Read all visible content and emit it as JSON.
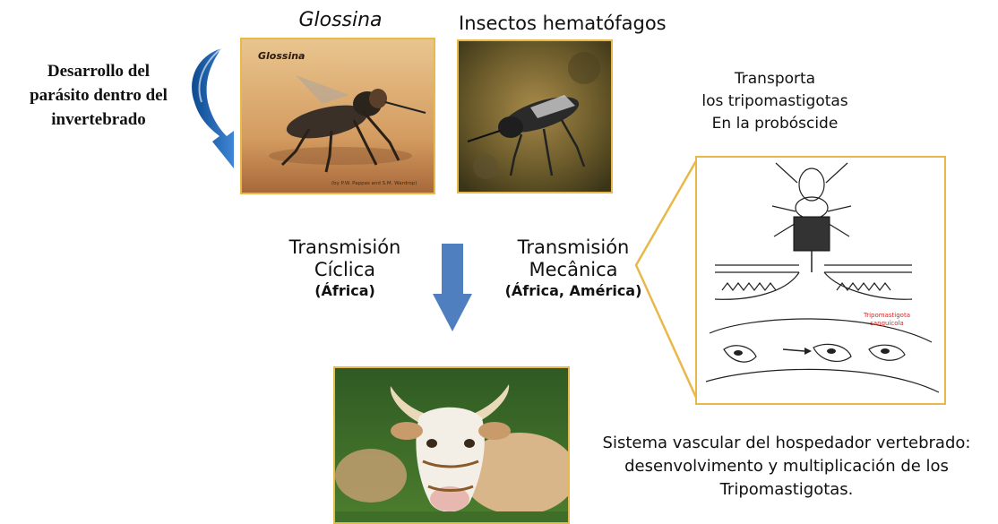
{
  "labels": {
    "glossina_title": "Glossina",
    "hematophagous_title": "Insectos hematófagos",
    "development_line1": "Desarrollo del",
    "development_line2": "parásito dentro del",
    "development_line3": "invertebrado",
    "transport_line1": "Transporta",
    "transport_line2": "los tripomastigotas",
    "transport_line3": "En la probóscide",
    "cyclic_line1": "Transmisión",
    "cyclic_line2": "Cíclica",
    "cyclic_region": "(África)",
    "mechanical_line1": "Transmisión",
    "mechanical_line2": "Mecânica",
    "mechanical_region": "(África, América)",
    "vascular_line1": "Sistema vascular del hospedador vertebrado:",
    "vascular_line2": "desenvolvimento y multiplicación de los",
    "vascular_line3": "Tripomastigotas."
  },
  "photo_captions": {
    "glossina_inset": "Glossina",
    "glossina_credit": "(by P.W. Pappas and S.M. Wardrop)"
  },
  "sketch_labels": {
    "tripomastigota_line1": "Tripomastigota",
    "tripomastigota_line2": "sanguícola"
  },
  "colors": {
    "frame": "#e8b84a",
    "blue_arrow": "#4f7fbf",
    "curved_arrow": "#1f5fa8",
    "red_label": "#e02020"
  }
}
